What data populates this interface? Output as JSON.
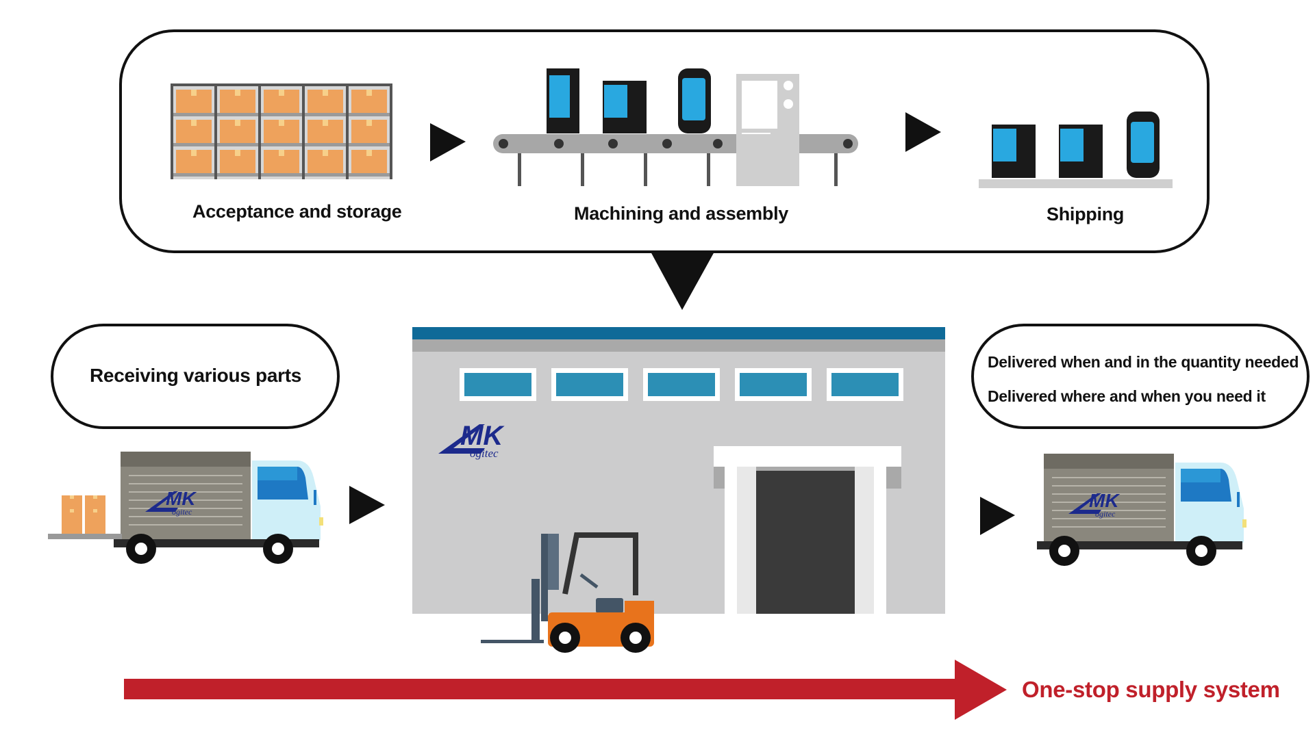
{
  "process": {
    "steps": [
      {
        "label": "Acceptance and storage"
      },
      {
        "label": "Machining and assembly"
      },
      {
        "label": "Shipping"
      }
    ]
  },
  "receiving": {
    "label": "Receiving various parts"
  },
  "delivery": {
    "lines": [
      "Delivered when and in the quantity needed",
      "Delivered where and when you need it"
    ]
  },
  "brand": {
    "logo_text": "LMK Logitec"
  },
  "footer": {
    "label": "One-stop supply system"
  },
  "colors": {
    "accent_red": "#c0202a",
    "window_blue": "#2c8fb5",
    "roof_blue": "#0f6a98",
    "building_gray": "#cccccd",
    "box_orange": "#eea25c",
    "forklift_orange": "#e8731c",
    "device_blue": "#29a8e0",
    "logo_navy": "#1c2a8c"
  },
  "icons": [
    "warehouse-shelf-icon",
    "conveyor-belt-icon",
    "shipping-pallet-icon",
    "truck-icon",
    "forklift-icon",
    "factory-building-icon",
    "arrow-right-icon",
    "arrow-down-icon"
  ]
}
